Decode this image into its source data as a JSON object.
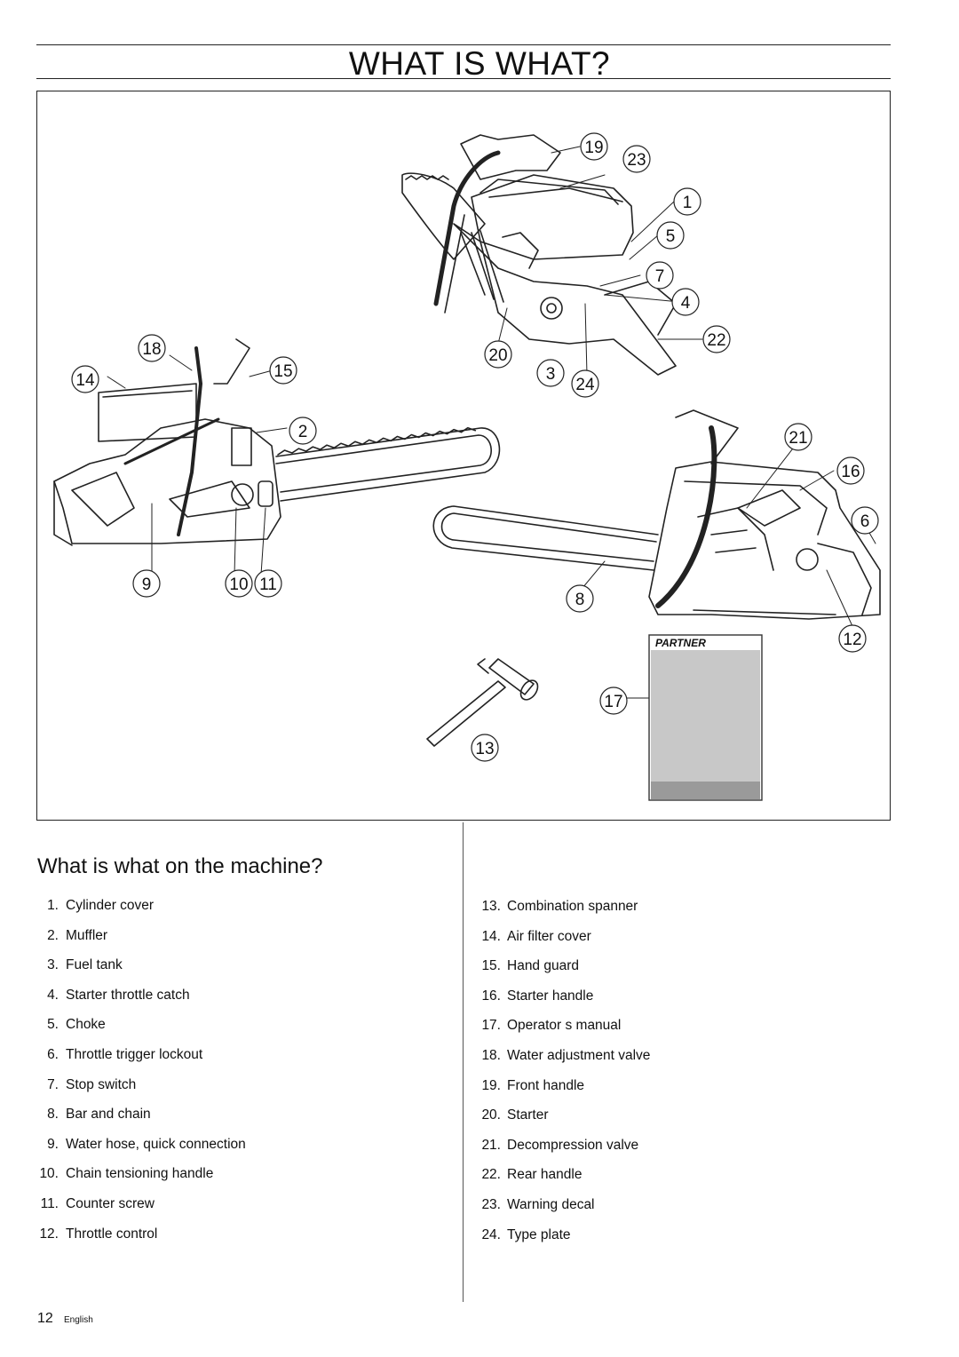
{
  "page": {
    "title": "WHAT IS WHAT?",
    "section_heading": "What is what on the machine?",
    "page_number": "12",
    "language": "English"
  },
  "figure": {
    "manual_brand": "PARTNER",
    "callouts": [
      "1",
      "2",
      "3",
      "4",
      "5",
      "6",
      "7",
      "8",
      "9",
      "10",
      "11",
      "12",
      "13",
      "14",
      "15",
      "16",
      "17",
      "18",
      "19",
      "20",
      "21",
      "22",
      "23",
      "24"
    ]
  },
  "parts_left": [
    {
      "num": "1.",
      "label": "Cylinder cover"
    },
    {
      "num": "2.",
      "label": "Muffler"
    },
    {
      "num": "3.",
      "label": "Fuel tank"
    },
    {
      "num": "4.",
      "label": "Starter throttle catch"
    },
    {
      "num": "5.",
      "label": "Choke"
    },
    {
      "num": "6.",
      "label": "Throttle trigger lockout"
    },
    {
      "num": "7.",
      "label": "Stop switch"
    },
    {
      "num": "8.",
      "label": "Bar and chain"
    },
    {
      "num": "9.",
      "label": "Water hose, quick connection"
    },
    {
      "num": "10.",
      "label": "Chain tensioning handle"
    },
    {
      "num": "11.",
      "label": "Counter screw"
    },
    {
      "num": "12.",
      "label": "Throttle control"
    }
  ],
  "parts_right": [
    {
      "num": "13.",
      "label": "Combination spanner"
    },
    {
      "num": "14.",
      "label": "Air filter cover"
    },
    {
      "num": "15.",
      "label": "Hand guard"
    },
    {
      "num": "16.",
      "label": "Starter handle"
    },
    {
      "num": "17.",
      "label": "Operator s manual"
    },
    {
      "num": "18.",
      "label": "Water adjustment valve"
    },
    {
      "num": "19.",
      "label": "Front handle"
    },
    {
      "num": "20.",
      "label": "Starter"
    },
    {
      "num": "21.",
      "label": "Decompression valve"
    },
    {
      "num": "22.",
      "label": "Rear handle"
    },
    {
      "num": "23.",
      "label": "Warning decal"
    },
    {
      "num": "24.",
      "label": "Type plate"
    }
  ]
}
